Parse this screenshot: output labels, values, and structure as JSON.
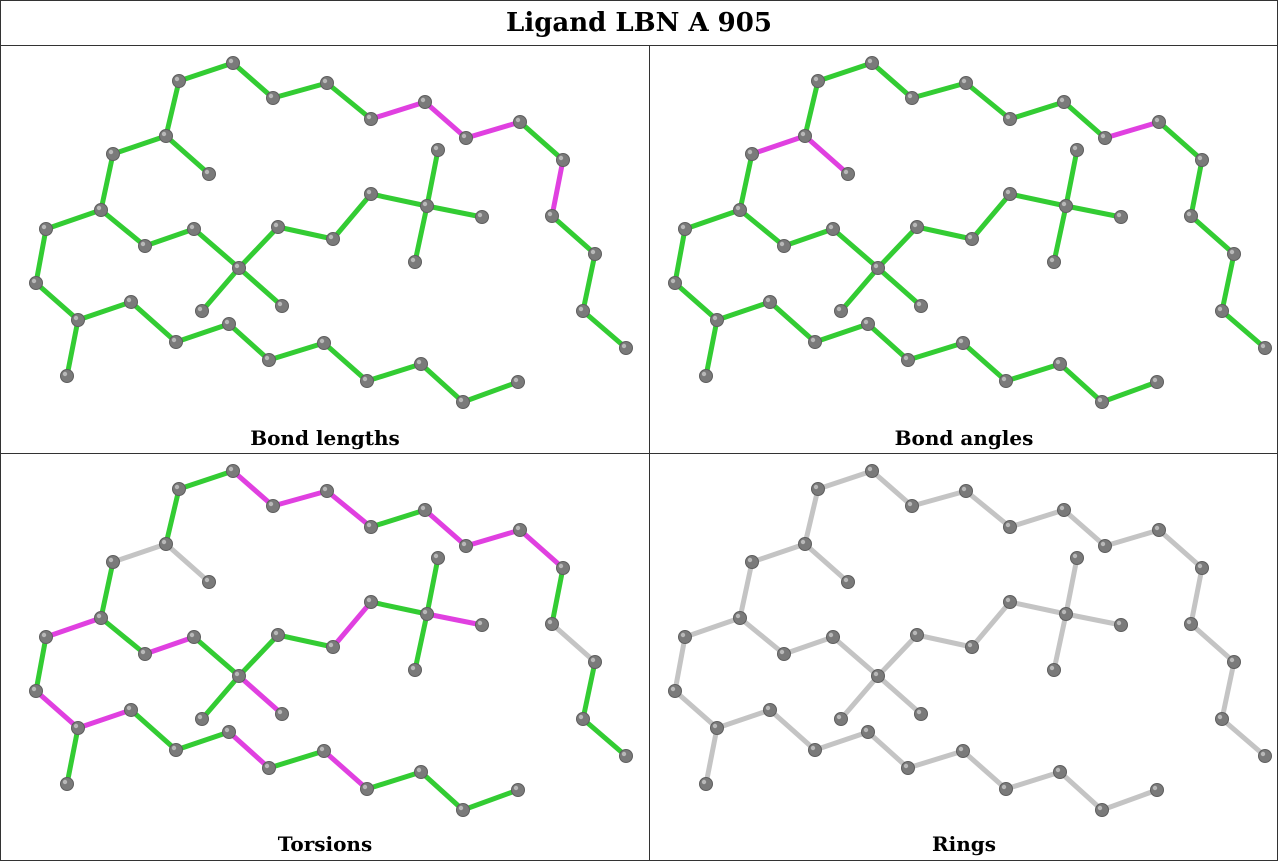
{
  "title": "Ligand LBN A 905",
  "colors": {
    "good": "#33cc33",
    "outlier": "#e040e0",
    "neutral": "#c4c4c4",
    "atom": "#7a7a7a",
    "atom_highlight": "#b8b8b8"
  },
  "panels": [
    {
      "caption": "Bond lengths",
      "outlier_bonds": [
        4,
        5,
        6,
        8
      ],
      "default": "good"
    },
    {
      "caption": "Bond angles",
      "outlier_bonds": [
        6,
        13,
        14
      ],
      "default": "good"
    },
    {
      "caption": "Torsions",
      "outlier_bonds": [
        1,
        2,
        3,
        5,
        6,
        7,
        16,
        18,
        20,
        23,
        25,
        30,
        33,
        36,
        39,
        43,
        47,
        48
      ],
      "good_bonds": [
        0,
        4,
        8,
        10,
        11,
        12,
        15,
        17,
        19,
        21,
        22,
        24,
        26,
        27,
        28,
        29,
        31,
        32,
        34,
        35,
        37,
        38,
        40,
        41,
        42,
        44,
        45,
        46
      ],
      "default": "neutral"
    },
    {
      "caption": "Rings",
      "outlier_bonds": [],
      "default": "neutral"
    }
  ]
}
